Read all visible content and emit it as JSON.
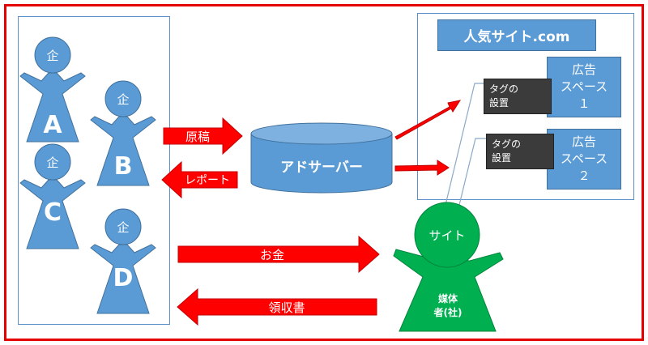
{
  "companies": [
    {
      "glyph": "企",
      "letter": "A"
    },
    {
      "glyph": "企",
      "letter": "B"
    },
    {
      "glyph": "企",
      "letter": "C"
    },
    {
      "glyph": "企",
      "letter": "D"
    }
  ],
  "arrows": {
    "manuscript": "原稿",
    "report": "レポート",
    "money": "お金",
    "receipt": "領収書"
  },
  "ad_server": {
    "label": "アドサーバー"
  },
  "site": {
    "title": "人気サイト.com",
    "ad_spaces": [
      {
        "line1": "広告",
        "line2": "スペース",
        "line3": "１"
      },
      {
        "line1": "広告",
        "line2": "スペース",
        "line3": "２"
      }
    ],
    "tags": [
      {
        "line1": "タグの",
        "line2": "設置"
      },
      {
        "line1": "タグの",
        "line2": "設置"
      }
    ]
  },
  "media": {
    "head": "サイト",
    "body_line1": "媒体",
    "body_line2": "者(社)"
  },
  "colors": {
    "frame": "#e60000",
    "blue": "#5b9bd5",
    "green": "#00b050",
    "arrow": "#ff0000"
  }
}
